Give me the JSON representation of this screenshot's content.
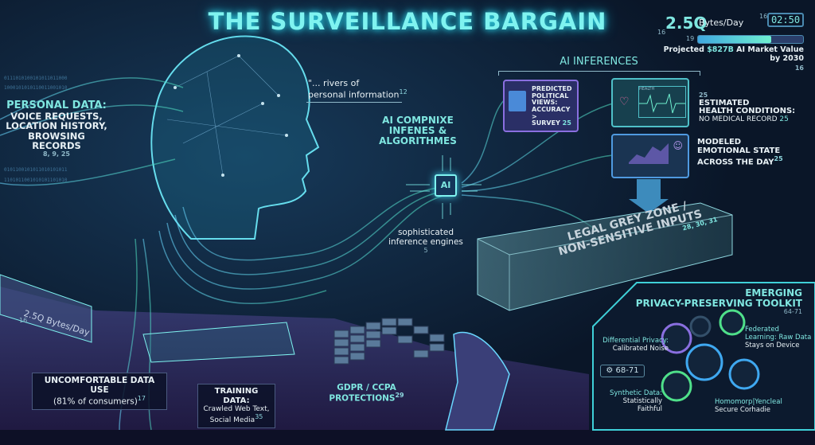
{
  "title": "THE SURVEILLANCE BARGAIN",
  "stats": {
    "bytes_value": "2.5Q",
    "bytes_unit": "Bytes/Day",
    "bytes_ref": "16",
    "clock_ref": "16",
    "clock": "02:50",
    "progress_ref": "19",
    "progress_fraction": 0.7,
    "market_prefix": "Projected ",
    "market_value": "$827B",
    "market_suffix": " AI Market Value",
    "market_year": "by 2030",
    "market_ref": "16"
  },
  "personal_data": {
    "heading": "PERSONAL DATA:",
    "lines": [
      "VOICE REQUESTS,",
      "LOCATION HISTORY,",
      "BROWSING RECORDS"
    ],
    "refs": "8, 9, 25"
  },
  "quote": {
    "line1": "\"... rivers of",
    "line2": "personal information",
    "ref": "12"
  },
  "ai_engine": {
    "heading_lines": [
      "AI COMPNIXE",
      "INFENES &",
      "ALGORITHMES"
    ],
    "chip_label": "AI",
    "caption_line1": "sophisticated",
    "caption_line2": "inference engines",
    "caption_ref": "5"
  },
  "inferences": {
    "heading": "AI INFERENCES",
    "political": {
      "lines": [
        "PREDICTED",
        "POLITICAL",
        "VIEWS:",
        "ACCURACY >",
        "SURVEY"
      ],
      "ref": "25"
    },
    "health": {
      "ref_top": "25",
      "lines": [
        "ESTIMATED",
        "HEALTH CONDITIONS:"
      ],
      "sub": "NO MEDICAL RECORD",
      "ref": "25",
      "card_label": "HEALTH"
    },
    "emotion": {
      "lines": [
        "MODELED",
        "EMOTIONAL STATE",
        "ACROSS THE DAY"
      ],
      "ref": "25"
    }
  },
  "grey_zone": {
    "line1": "LEGAL GREY ZONE /",
    "line2": "NON-SENSITIVE INPUTS",
    "refs": "28, 30, 31"
  },
  "toolkit": {
    "heading1": "EMERGING",
    "heading2": "PRIVACY-PRESERVING TOOLKIT",
    "refs": "64-71",
    "differential": [
      "Differential Privacy:",
      "Calibrated Noise"
    ],
    "federated": [
      "Federated",
      "Learning: Raw Data",
      "Stays on Device"
    ],
    "badge": "68-71",
    "synthetic": [
      "Synthetic Data:",
      "Statistically",
      "Faithful"
    ],
    "homomorphic": [
      "Homomorp|Yencleal",
      "Secure Corhadie"
    ]
  },
  "bottom": {
    "panel_value": "2.5Q Bytes/Day",
    "panel_ref": "16",
    "uncomfortable": {
      "line1": "UNCOMFORTABLE DATA USE",
      "line2": "(81% of consumers)",
      "ref": "17"
    },
    "training": {
      "line1": "TRAINING DATA:",
      "line2": "Crawled Web Text,",
      "line3": "Social Media",
      "ref": "35"
    },
    "gdpr": {
      "line1": "GDPR / CCPA",
      "line2": "PROTECTIONS",
      "ref": "29"
    }
  },
  "colors": {
    "accent": "#7ff3f0",
    "purple": "#8a6fe0",
    "green": "#4fe08a",
    "bg": "#0b1a2c"
  }
}
